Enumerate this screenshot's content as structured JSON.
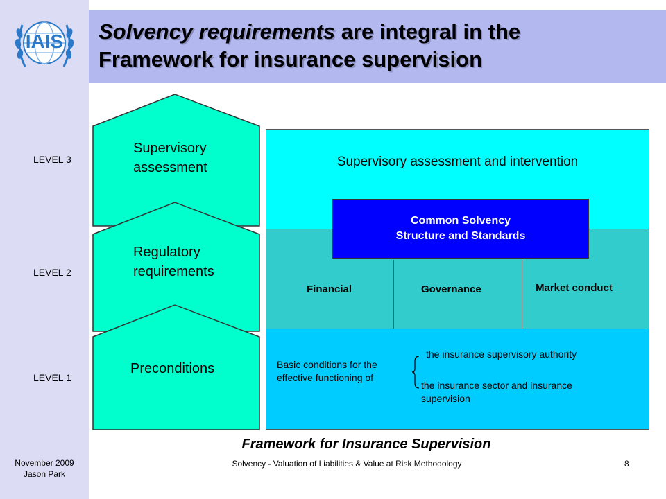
{
  "logo": {
    "text": "IAIS",
    "icon": "globe-laurel-icon"
  },
  "title": {
    "bold_italic": "Solvency requirements",
    "rest_line1": " are integral in the",
    "line2": "Framework for insurance supervision"
  },
  "levels": [
    "LEVEL 3",
    "LEVEL 2",
    "LEVEL 1"
  ],
  "pentagons": {
    "top": {
      "line1": "Supervisory",
      "line2": "assessment"
    },
    "mid": {
      "line1": "Regulatory",
      "line2": "requirements"
    },
    "bot": {
      "line1": "Preconditions"
    }
  },
  "right": {
    "top_text": "Supervisory assessment and intervention",
    "common": {
      "line1": "Common Solvency",
      "line2": "Structure and Standards"
    },
    "pillars": [
      "Financial",
      "Governance",
      "Market conduct"
    ],
    "basic": {
      "line1": "Basic conditions for the",
      "line2": "effective functioning of"
    },
    "item1": "the insurance supervisory authority",
    "item2_line1": "the insurance sector and insurance",
    "item2_line2": "supervision"
  },
  "footer": {
    "framework": "Framework for Insurance Supervision",
    "center": "Solvency - Valuation of Liabilities & Value at Risk Methodology",
    "page": "8",
    "date": "November 2009",
    "author": "Jason Park"
  },
  "colors": {
    "pentagon": "#00ffcc",
    "top": "#00ffff",
    "mid": "#33cccc",
    "bot": "#00ccff",
    "common": "#0000ff",
    "title_band": "#b3b9ef"
  }
}
